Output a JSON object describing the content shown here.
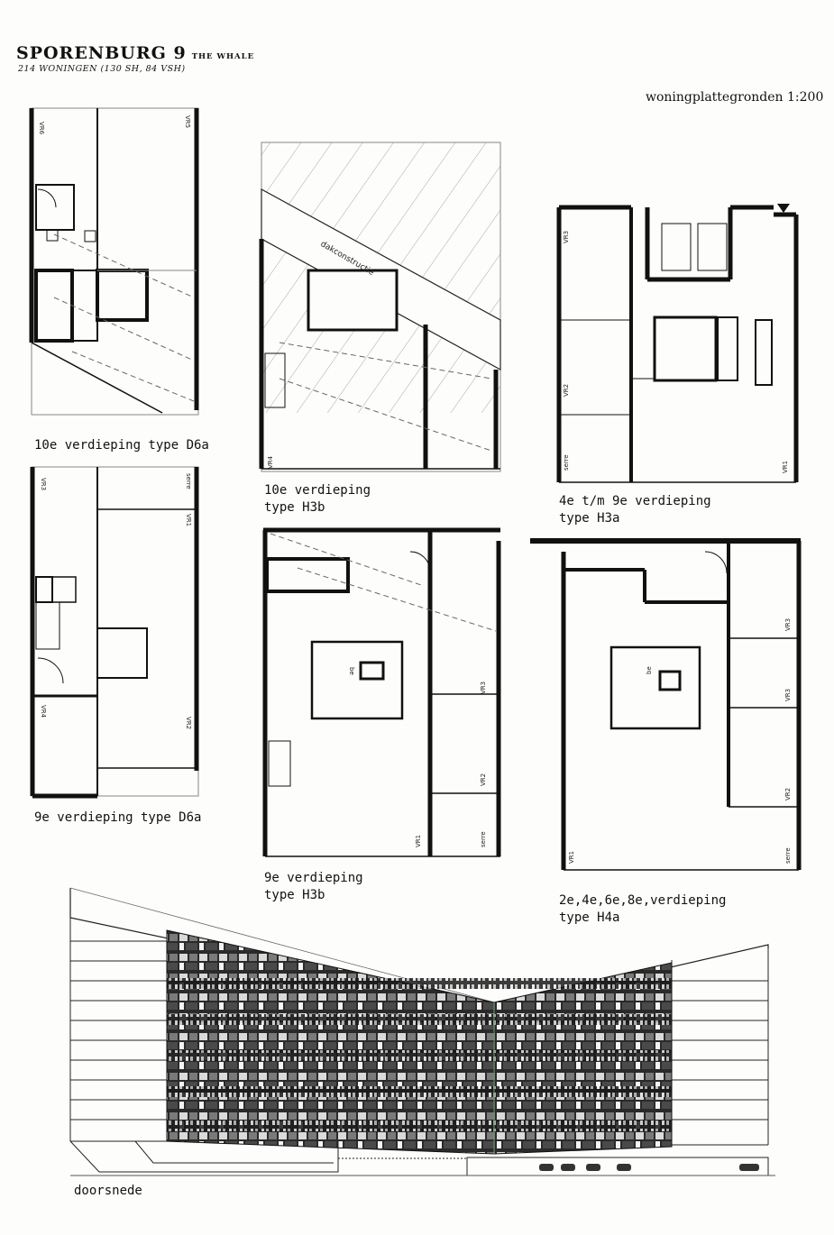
{
  "header": {
    "title": "SPORENBURG 9",
    "subtitle": "THE WHALE",
    "units": "214 WONINGEN (130 SH, 84 VSH)",
    "scale": "woningplattegronden 1:200"
  },
  "plans": [
    {
      "line1": "10e verdieping type  D6a",
      "line2": ""
    },
    {
      "line1": "10e verdieping",
      "line2": "type H3b"
    },
    {
      "line1": "4e t/m 9e verdieping",
      "line2": "type  H3a"
    },
    {
      "line1": "9e verdieping type  D6a",
      "line2": ""
    },
    {
      "line1": "9e verdieping",
      "line2": "type H3b"
    },
    {
      "line1": "2e,4e,6e,8e,verdieping",
      "line2": "type  H4a"
    }
  ],
  "labels": {
    "vr1": "VR1",
    "vr2": "VR2",
    "vr3": "VR3",
    "vr4": "VR4",
    "vr5": "VR5",
    "vr6": "VR6",
    "serre": "serre",
    "dakconstructie": "dakconstructie",
    "be": "be",
    "section": "doorsnede"
  }
}
